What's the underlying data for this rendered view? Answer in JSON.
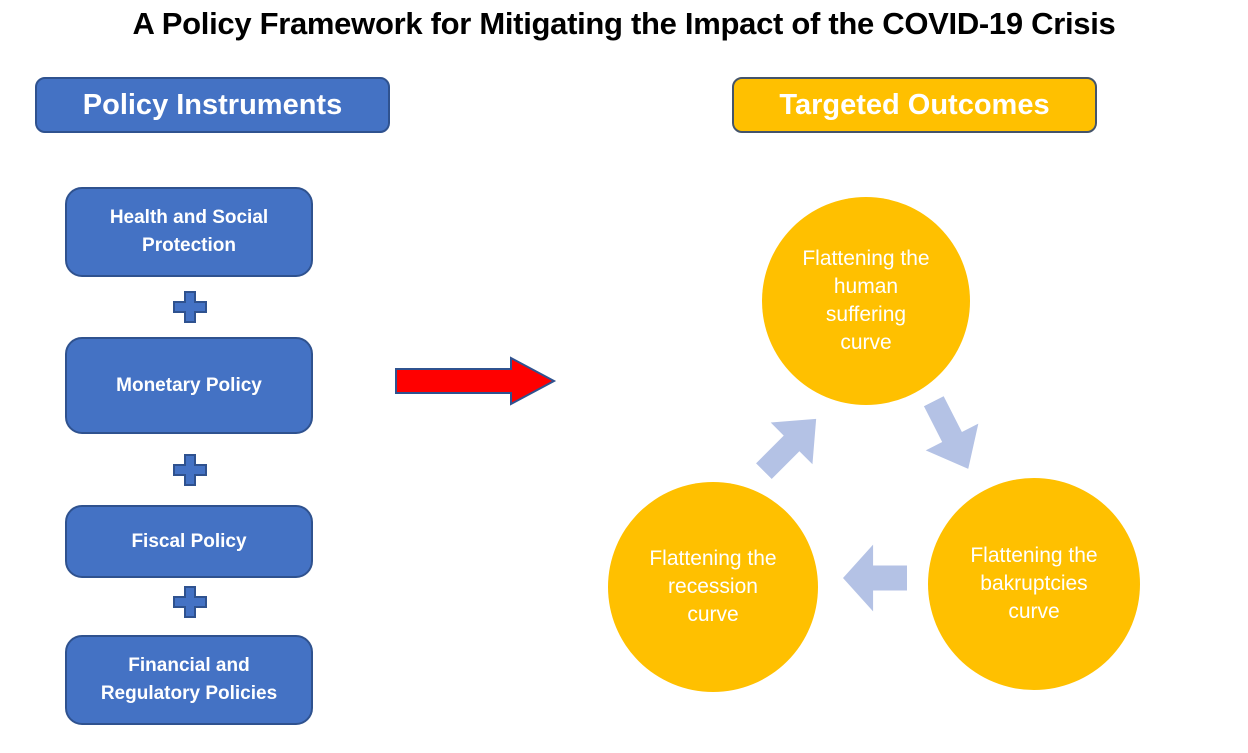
{
  "title": "A Policy Framework for Mitigating the Impact of the COVID-19 Crisis",
  "policy_instruments": {
    "header": "Policy Instruments",
    "connector": "plus",
    "boxes": [
      {
        "label": "Health and Social\nProtection"
      },
      {
        "label": "Monetary Policy"
      },
      {
        "label": "Fiscal Policy"
      },
      {
        "label": "Financial and\nRegulatory Policies"
      }
    ]
  },
  "flow": {
    "arrow": "red arrow from policy instruments to targeted outcomes"
  },
  "targeted_outcomes": {
    "header": "Targeted Outcomes",
    "circles": [
      {
        "id": "human-suffering",
        "label": "Flattening the\nhuman\nsuffering\ncurve"
      },
      {
        "id": "bakruptcies",
        "label": "Flattening the\nbakruptcies\ncurve"
      },
      {
        "id": "recession",
        "label": "Flattening the\nrecession\ncurve"
      }
    ],
    "cycle": [
      "human-suffering -> bakruptcies",
      "bakruptcies -> recession",
      "recession -> human-suffering"
    ]
  },
  "colors": {
    "box_blue": "#4472C4",
    "box_border_blue": "#2F528F",
    "outcome_gold": "#FFC000",
    "gold_border": "#44546A",
    "cycle_arrow_lavender": "#B4C2E5",
    "flow_arrow_red": "#FF0000",
    "text_white": "#FFFFFF",
    "title_black": "#000000"
  }
}
